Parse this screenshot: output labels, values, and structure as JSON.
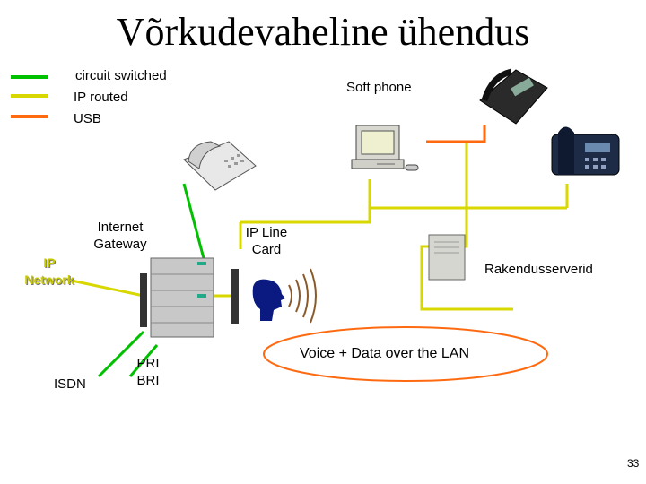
{
  "title": "Võrkudevaheline ühendus",
  "legend": [
    {
      "label": "circuit switched",
      "color": "#00c000"
    },
    {
      "label": "IP routed",
      "color": "#d8d800"
    },
    {
      "label": "USB",
      "color": "#ff6a10"
    }
  ],
  "labels": {
    "soft_phone": "Soft phone",
    "internet_gateway": "Internet\nGateway",
    "ip_line_card": "IP Line\nCard",
    "ip_network": "IP\nNetwork",
    "rakendusserverid": "Rakendusserverid",
    "isdn": "ISDN",
    "pri_bri": "PRI\nBRI",
    "voice_data": "Voice + Data over the LAN"
  },
  "page_number": "33",
  "icons": [
    "desk-phone-icon",
    "desk-phone-dark-icon",
    "desk-phone-navy-icon",
    "computer-icon",
    "server-tower-icon",
    "gateway-rack-icon",
    "speaking-head-icon"
  ]
}
